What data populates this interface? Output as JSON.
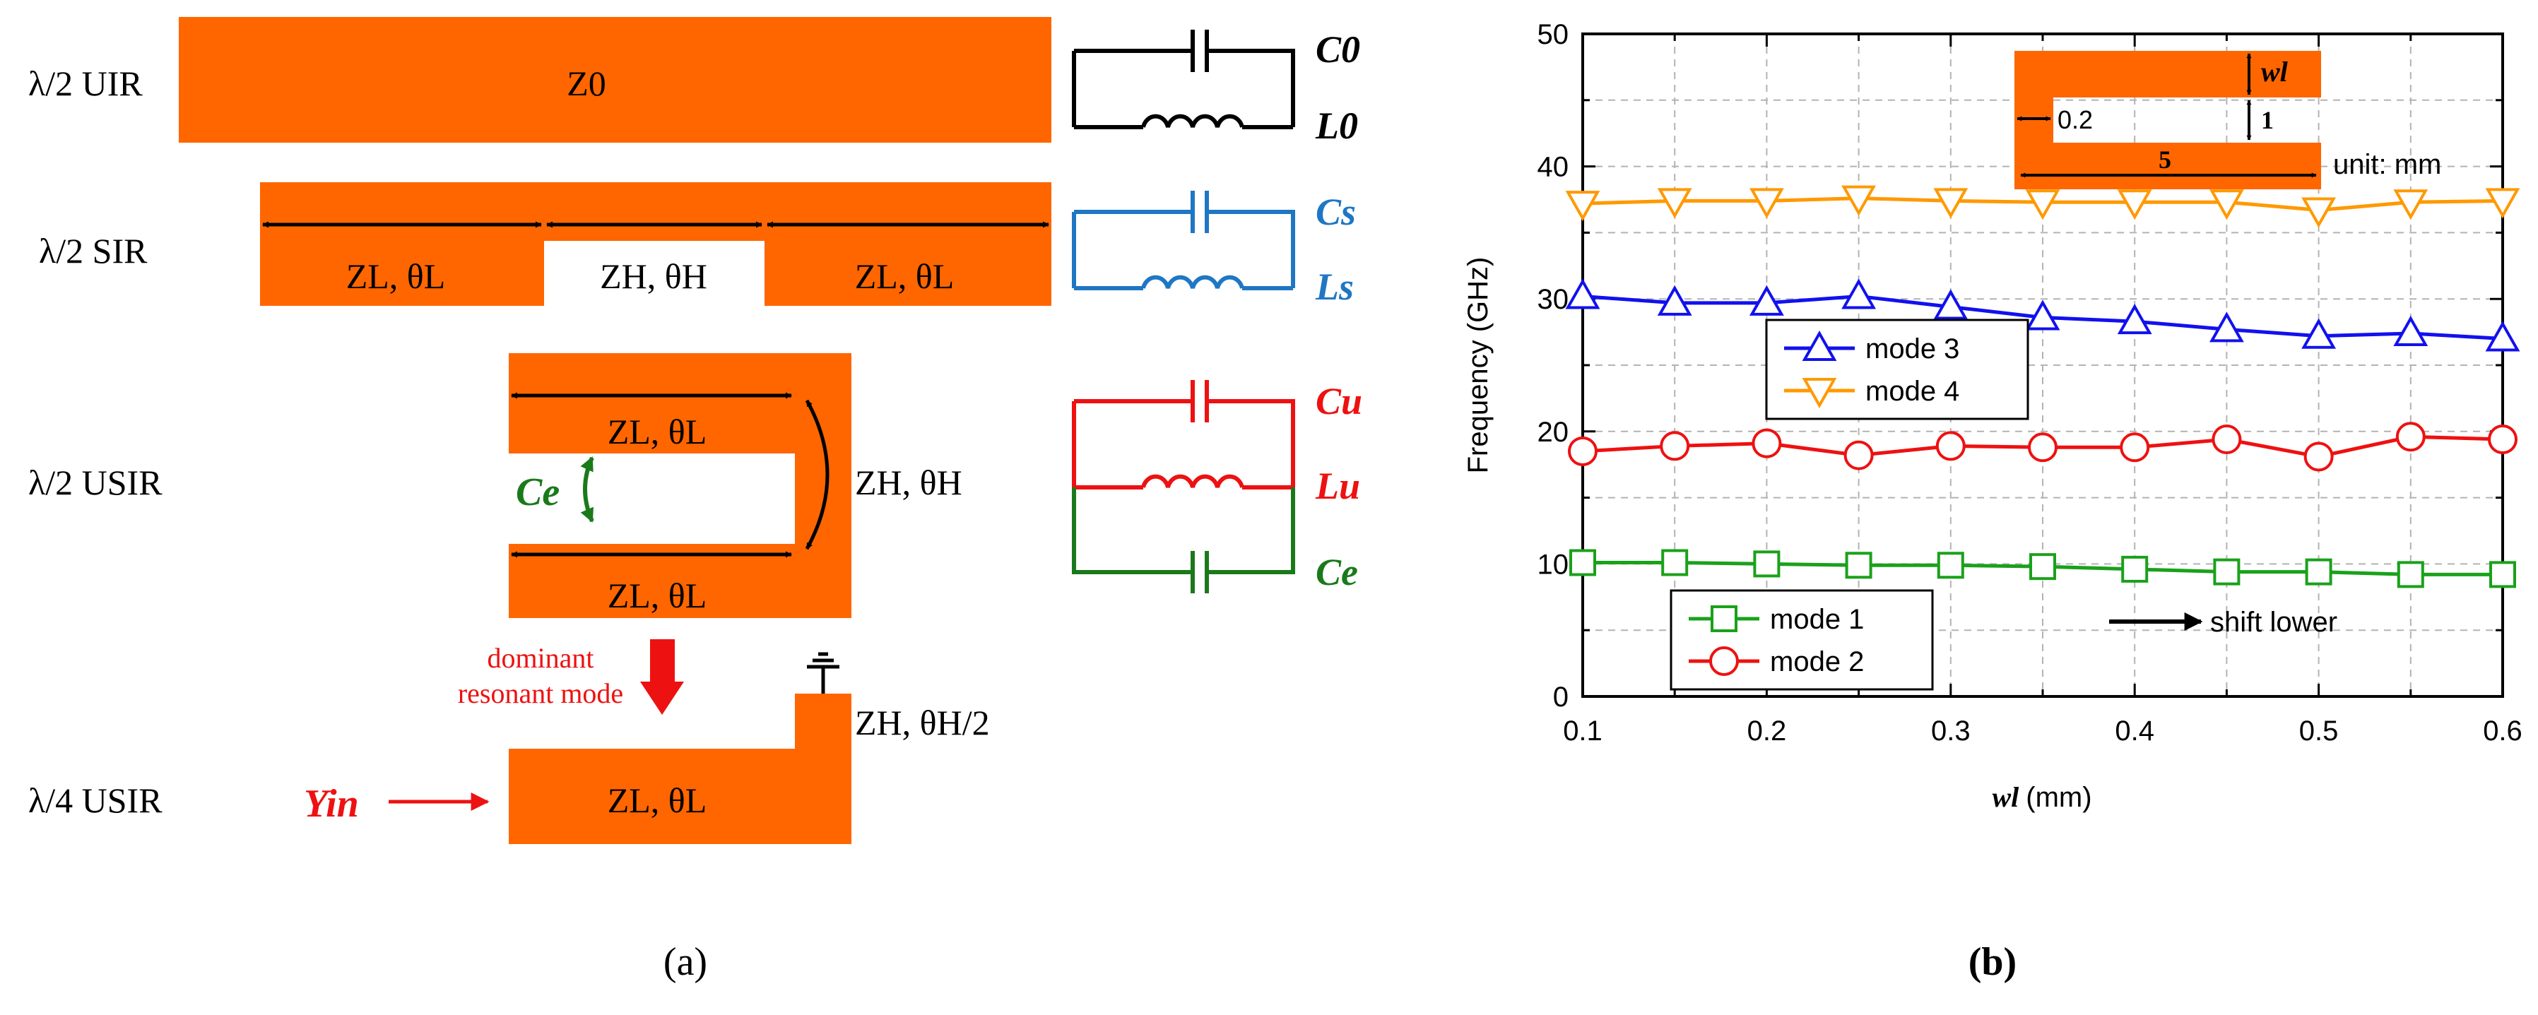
{
  "colors": {
    "orange": "#ff6600",
    "black": "#000000",
    "blue": "#1f77c4",
    "red": "#ee1111",
    "green": "#1a7a1a",
    "mode1": "#1aa11a",
    "mode2": "#ee1111",
    "mode3": "#1111ee",
    "mode4": "#ff9900",
    "grid": "#b3b3b3"
  },
  "panel_a": {
    "caption": "(a)",
    "uir": {
      "label": "λ/2 UIR",
      "z": "Z0",
      "c": "C0",
      "l": "L0"
    },
    "sir": {
      "label": "λ/2 SIR",
      "left_seg": "ZL, θL",
      "mid_seg": "ZH, θH",
      "right_seg": "ZL, θL",
      "c": "Cs",
      "l": "Ls"
    },
    "usir": {
      "label": "λ/2 USIR",
      "top_seg": "ZL, θL",
      "bottom_seg": "ZL, θL",
      "side_seg": "ZH, θH",
      "ce_label": "Ce",
      "c": "Cu",
      "l": "Lu",
      "ce": "Ce"
    },
    "arrow_note_1": "dominant",
    "arrow_note_2": "resonant mode",
    "quarter": {
      "label": "λ/4 USIR",
      "yin": "Yin",
      "seg": "ZL, θL",
      "stub": "ZH, θH/2"
    }
  },
  "panel_b": {
    "caption": "(b)",
    "inset": {
      "wl": "wl",
      "gap": "0.2",
      "one": "1",
      "five": "5",
      "unit": "unit: mm"
    },
    "note": "shift lower"
  },
  "chart_data": {
    "type": "line",
    "xlabel": "wl (mm)",
    "ylabel": "Frequency (GHz)",
    "xlim": [
      0.1,
      0.6
    ],
    "ylim": [
      0,
      50
    ],
    "xticks": [
      "0.1",
      "0.2",
      "0.3",
      "0.4",
      "0.5",
      "0.6"
    ],
    "yticks": [
      "0",
      "10",
      "20",
      "30",
      "40",
      "50"
    ],
    "grid": true,
    "x": [
      0.1,
      0.15,
      0.2,
      0.25,
      0.3,
      0.35,
      0.4,
      0.45,
      0.5,
      0.55,
      0.6
    ],
    "series": [
      {
        "name": "mode 1",
        "marker": "square",
        "color": "#1aa11a",
        "values": [
          10.1,
          10.1,
          10.0,
          9.9,
          9.9,
          9.8,
          9.6,
          9.4,
          9.4,
          9.2,
          9.2
        ]
      },
      {
        "name": "mode 2",
        "marker": "circle",
        "color": "#ee1111",
        "values": [
          18.5,
          18.9,
          19.1,
          18.2,
          18.9,
          18.8,
          18.8,
          19.4,
          18.1,
          19.6,
          19.4
        ]
      },
      {
        "name": "mode 3",
        "marker": "triangle-up",
        "color": "#1111ee",
        "values": [
          30.2,
          29.7,
          29.7,
          30.2,
          29.4,
          28.6,
          28.3,
          27.7,
          27.2,
          27.4,
          27.0
        ]
      },
      {
        "name": "mode 4",
        "marker": "triangle-down",
        "color": "#ff9900",
        "values": [
          37.2,
          37.4,
          37.4,
          37.6,
          37.4,
          37.3,
          37.3,
          37.3,
          36.7,
          37.3,
          37.4
        ]
      }
    ],
    "legends": [
      {
        "entries": [
          "mode 3",
          "mode 4"
        ],
        "placement": "upper-left"
      },
      {
        "entries": [
          "mode 1",
          "mode 2"
        ],
        "placement": "lower-left"
      }
    ]
  }
}
